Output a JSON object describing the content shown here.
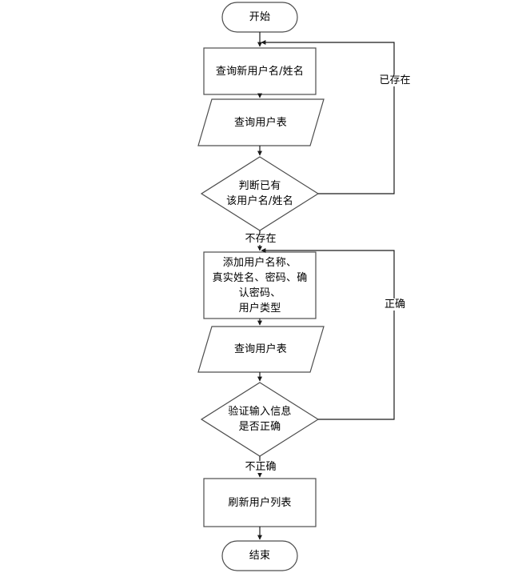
{
  "diagram": {
    "type": "flowchart",
    "title": "",
    "language": "zh-CN",
    "orientation": "top-to-bottom",
    "colors": {
      "background": "#ffffff",
      "stroke": "#4d4d4d",
      "text": "#000000",
      "fill": "#ffffff"
    },
    "nodes": [
      {
        "id": "start",
        "shape": "terminator",
        "label": "开始"
      },
      {
        "id": "query_name",
        "shape": "process",
        "label": "查询新用户名/姓名"
      },
      {
        "id": "query_table1",
        "shape": "data",
        "label": "查询用户表"
      },
      {
        "id": "decide_exist",
        "shape": "decision",
        "label": "判断已有\n该用户名/姓名"
      },
      {
        "id": "add_user",
        "shape": "process",
        "label": "添加用户名称、\n真实姓名、密码、确\n认密码、\n用户类型"
      },
      {
        "id": "query_table2",
        "shape": "data",
        "label": "查询用户表"
      },
      {
        "id": "decide_valid",
        "shape": "decision",
        "label": "验证输入信息\n是否正确"
      },
      {
        "id": "refresh_list",
        "shape": "process",
        "label": "刷新用户列表"
      },
      {
        "id": "end",
        "shape": "terminator",
        "label": "结束"
      }
    ],
    "edges": [
      {
        "from": "start",
        "to": "query_name",
        "label": ""
      },
      {
        "from": "query_name",
        "to": "query_table1",
        "label": ""
      },
      {
        "from": "query_table1",
        "to": "decide_exist",
        "label": ""
      },
      {
        "from": "decide_exist",
        "to": "add_user",
        "label": "不存在"
      },
      {
        "from": "decide_exist",
        "to": "query_name",
        "label": "已存在"
      },
      {
        "from": "add_user",
        "to": "query_table2",
        "label": ""
      },
      {
        "from": "query_table2",
        "to": "decide_valid",
        "label": ""
      },
      {
        "from": "decide_valid",
        "to": "refresh_list",
        "label": "不正确"
      },
      {
        "from": "decide_valid",
        "to": "add_user",
        "label": "正确"
      },
      {
        "from": "refresh_list",
        "to": "end",
        "label": ""
      }
    ],
    "edge_labels": {
      "exists": "已存在",
      "not_exists": "不存在",
      "correct": "正确",
      "incorrect": "不正确"
    }
  }
}
